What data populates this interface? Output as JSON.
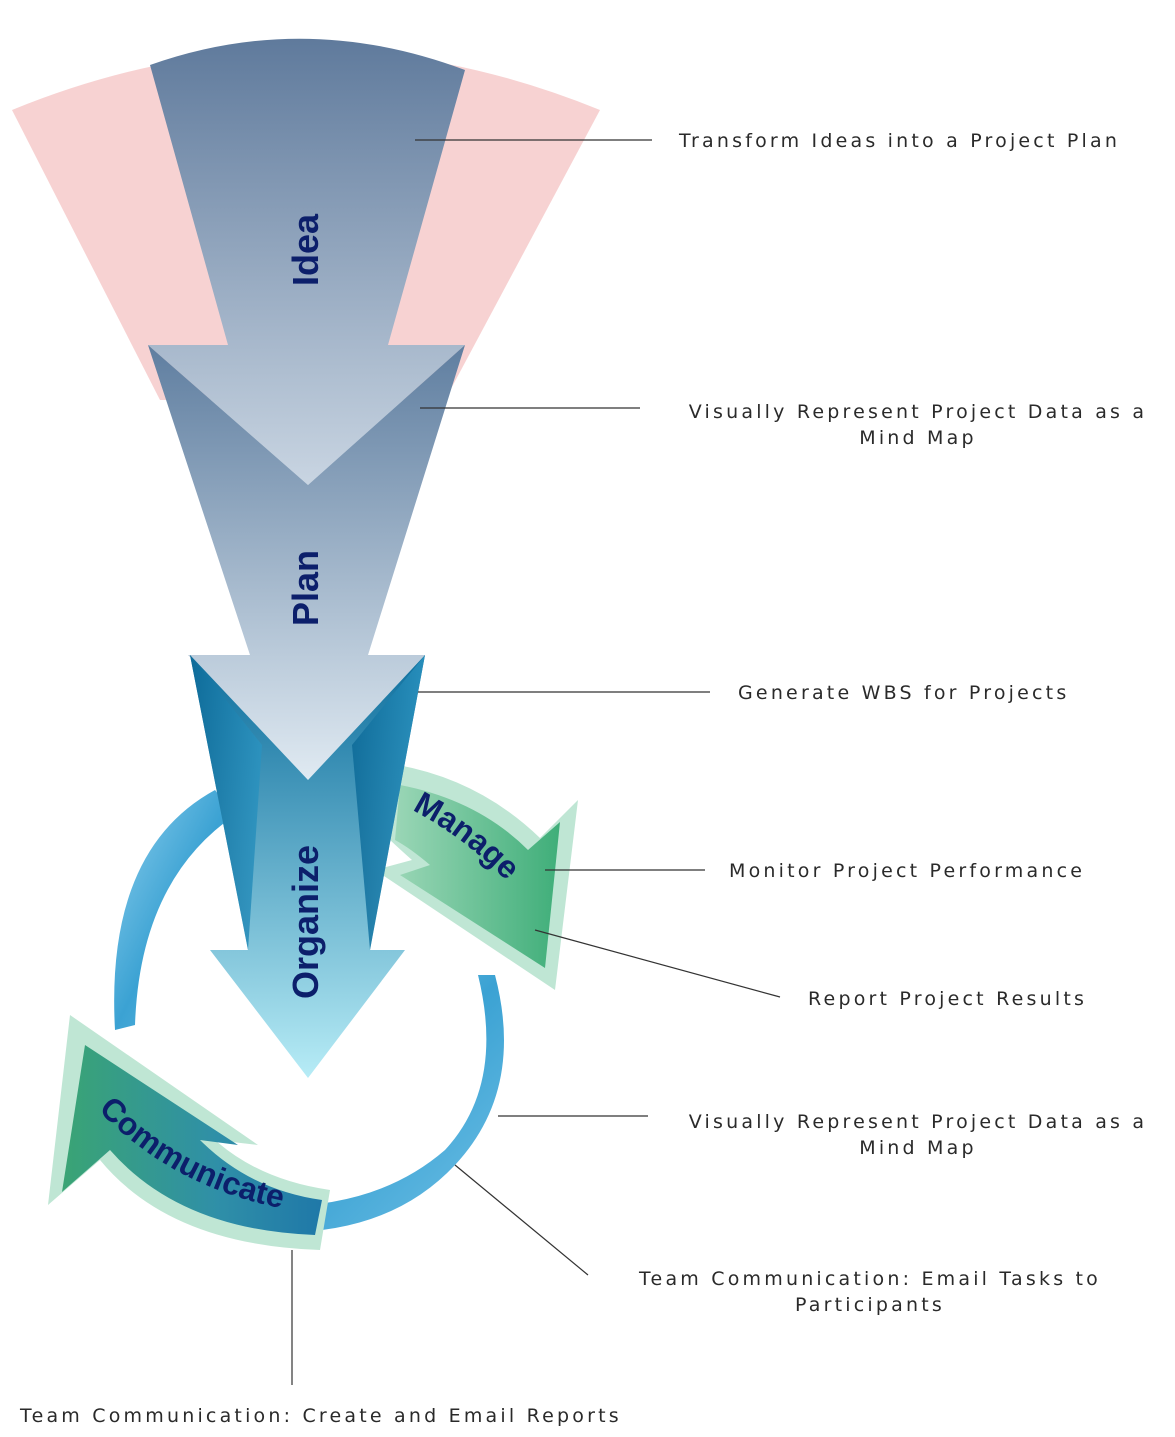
{
  "stages": {
    "idea": "Idea",
    "plan": "Plan",
    "organize": "Organize",
    "manage": "Manage",
    "communicate": "Communicate"
  },
  "callouts": {
    "transform": "Transform Ideas into a Project Plan",
    "mind_map_1_line1": "Visually Represent Project Data as a",
    "mind_map_1_line2": "Mind Map",
    "wbs": "Generate WBS for Projects",
    "monitor": "Monitor Project Performance",
    "report": "Report Project Results",
    "mind_map_2_line1": "Visually Represent Project Data as a",
    "mind_map_2_line2": "Mind Map",
    "email_tasks_line1": "Team Communication: Email Tasks to",
    "email_tasks_line2": "Participants",
    "email_reports": "Team Communication: Create and Email Reports"
  }
}
